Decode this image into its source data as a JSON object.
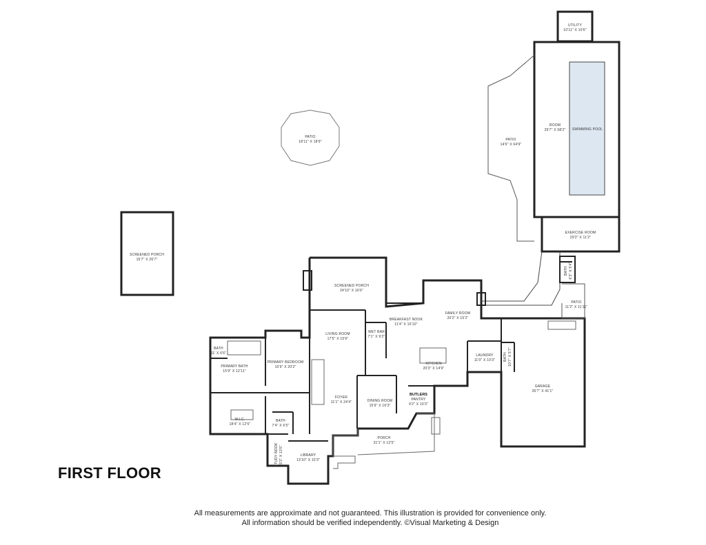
{
  "title": "FIRST FLOOR",
  "disclaimer": {
    "line1": "All measurements are approximate and not guaranteed. This illustration is provided for convenience only.",
    "line2": "All information should be verified independently. ©Visual Marketing & Design"
  },
  "rooms": {
    "utility": {
      "name": "UTILITY",
      "size": "10'11\" X 10'6\""
    },
    "room": {
      "name": "ROOM",
      "size": "29'7\" X 58'2\""
    },
    "swimming_pool": {
      "name": "SWIMMING POOL"
    },
    "patio_pool": {
      "name": "PATIO",
      "size": "14'6\" X 64'9\""
    },
    "patio_round": {
      "name": "PATIO",
      "size": "18'11\" X 18'9\""
    },
    "exercise_room": {
      "name": "EXERCISE ROOM",
      "size": "29'2\" X 11'2\""
    },
    "screened_porch_detached": {
      "name": "SCREENED PORCH",
      "size": "15'7\" X 26'7\""
    },
    "screened_porch": {
      "name": "SCREENED PORCH",
      "size": "24'10\" X 16'6\""
    },
    "bath_small_right": {
      "name": "BATH",
      "size": "6'3\" X 5'4\""
    },
    "patio_small": {
      "name": "PATIO",
      "size": "11'2\" X 11'11\""
    },
    "family_room": {
      "name": "FAMILY ROOM",
      "size": "20'2\" X 15'2\""
    },
    "breakfast_nook": {
      "name": "BREAKFAST NOOK",
      "size": "11'4\" X 10'10\""
    },
    "living_room": {
      "name": "LIVING ROOM",
      "size": "17'5\" X 15'6\""
    },
    "wet_bar": {
      "name": "WET BAR",
      "size": "7'1\" X 9'2\""
    },
    "bath_master_top": {
      "name": "BATH",
      "size": "11' X 6'6\""
    },
    "primary_bath": {
      "name": "PRIMARY BATH",
      "size": "15'9\" X 12'11\""
    },
    "primary_bedroom": {
      "name": "PRIMARY BEDROOM",
      "size": "15'9\" X 20'2\""
    },
    "kitchen": {
      "name": "KITCHEN",
      "size": "20'3\" X 14'9\""
    },
    "laundry": {
      "name": "LAUNDRY",
      "size": "11'0\" X 10'3\""
    },
    "bath_laundry": {
      "name": "BATH",
      "size": "10'7\" X 5'7\""
    },
    "garage": {
      "name": "GARAGE",
      "size": "26'7\" X 41'1\""
    },
    "foyer": {
      "name": "FOYER",
      "size": "11'1\" X 24'4\""
    },
    "dining_room": {
      "name": "DINING ROOM",
      "size": "15'9\" X 16'3\""
    },
    "butlers_pantry": {
      "name": "BUTLERS",
      "name2": "PANTRY",
      "size": "9'2\" X 10'3\""
    },
    "wic": {
      "name": "W.I.C.",
      "size": "18'4\" X 12'5\""
    },
    "bath_wic": {
      "name": "BATH",
      "size": "7'4\" X 6'5\""
    },
    "porch": {
      "name": "PORCH",
      "size": "31'1\" X 12'5\""
    },
    "study_nook": {
      "name": "STUDY NOOK",
      "size": "9'3\" X 13'6\""
    },
    "library": {
      "name": "LIBRARY",
      "size": "13'10\" X 15'3\""
    }
  }
}
